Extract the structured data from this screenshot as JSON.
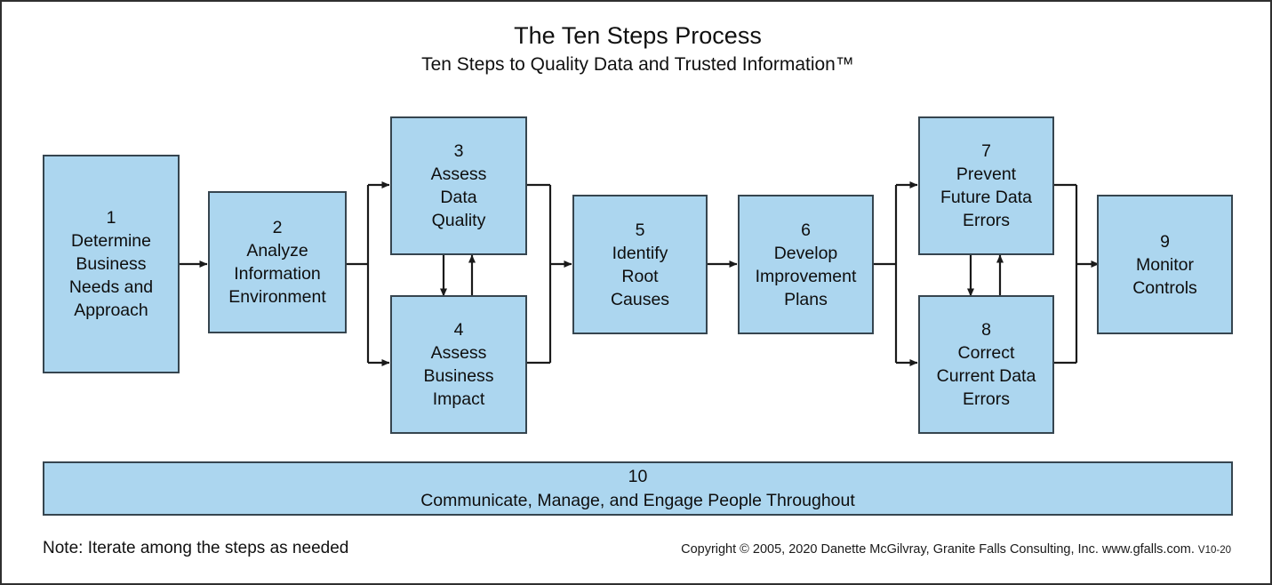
{
  "header": {
    "title": "The Ten Steps Process",
    "subtitle": "Ten Steps to Quality Data and Trusted Information™"
  },
  "colors": {
    "box_fill": "#ACD6EF",
    "box_border": "#36454F",
    "canvas_border": "#2F2F2F",
    "text": "#101010",
    "connector": "#1a1a1a"
  },
  "steps": [
    {
      "num": "1",
      "label": "Determine\nBusiness\nNeeds and\nApproach"
    },
    {
      "num": "2",
      "label": "Analyze\nInformation\nEnvironment"
    },
    {
      "num": "3",
      "label": "Assess\nData\nQuality"
    },
    {
      "num": "4",
      "label": "Assess\nBusiness\nImpact"
    },
    {
      "num": "5",
      "label": "Identify\nRoot\nCauses"
    },
    {
      "num": "6",
      "label": "Develop\nImprovement\nPlans"
    },
    {
      "num": "7",
      "label": "Prevent\nFuture Data\nErrors"
    },
    {
      "num": "8",
      "label": "Correct\nCurrent Data\nErrors"
    },
    {
      "num": "9",
      "label": "Monitor\nControls"
    },
    {
      "num": "10",
      "label": "Communicate, Manage, and Engage People Throughout"
    }
  ],
  "footer": {
    "note": "Note: Iterate among the steps as needed",
    "copyright": "Copyright © 2005, 2020 Danette McGilvray, Granite Falls Consulting, Inc. www.gfalls.com.",
    "version": "V10-20"
  }
}
